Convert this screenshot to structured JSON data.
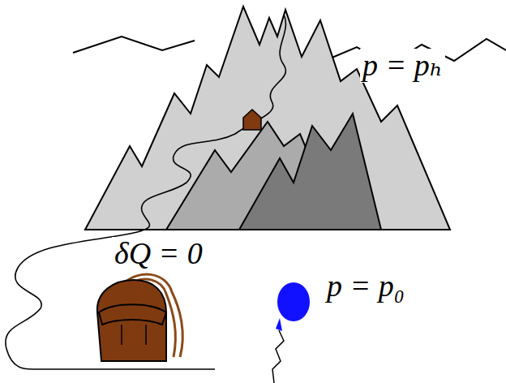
{
  "diagram": {
    "labels": [
      "p = pₕ",
      "δQ = 0",
      "p = p₀"
    ]
  }
}
